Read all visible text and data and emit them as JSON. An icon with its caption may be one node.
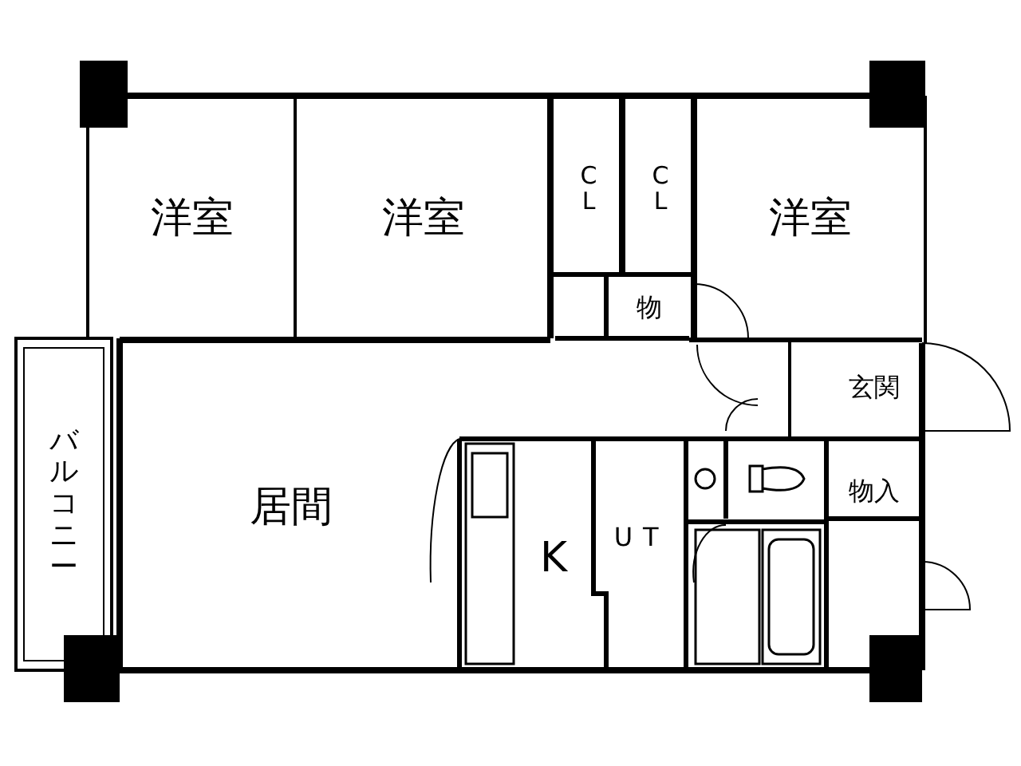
{
  "diagram": {
    "nodes": [
      {
        "text": [
          "洋室"
        ]
      },
      {
        "text": [
          "洋室"
        ]
      },
      {
        "text": [
          "CL"
        ]
      },
      {
        "text": [
          "CL"
        ]
      },
      {
        "text": [
          "洋室"
        ]
      },
      {
        "text": [
          "物"
        ]
      },
      {
        "text": [
          "玄関"
        ]
      },
      {
        "text": [
          "物入"
        ]
      },
      {
        "text": [
          "バルコニー"
        ]
      },
      {
        "text": [
          "居間"
        ]
      },
      {
        "text": [
          "K"
        ]
      },
      {
        "text": [
          "UT"
        ]
      }
    ]
  }
}
